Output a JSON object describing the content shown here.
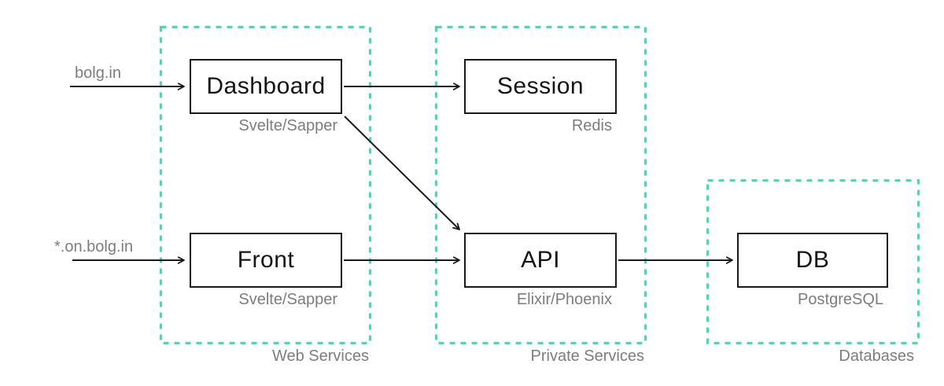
{
  "diagram": {
    "type": "architecture-diagram",
    "colors": {
      "group_border": "#3ce1af",
      "node_border": "#1a1a1a",
      "arrow": "#1a1a1a",
      "text_primary": "#151515",
      "text_secondary": "#7d7d7d",
      "background": "#ffffff"
    },
    "groups": [
      {
        "id": "web-services",
        "label": "Web Services"
      },
      {
        "id": "private-services",
        "label": "Private Services"
      },
      {
        "id": "databases",
        "label": "Databases"
      }
    ],
    "nodes": {
      "dashboard": {
        "label": "Dashboard",
        "tech": "Svelte/Sapper",
        "group": "Web Services"
      },
      "front": {
        "label": "Front",
        "tech": "Svelte/Sapper",
        "group": "Web Services"
      },
      "session": {
        "label": "Session",
        "tech": "Redis",
        "group": "Private Services"
      },
      "api": {
        "label": "API",
        "tech": "Elixir/Phoenix",
        "group": "Private Services"
      },
      "db": {
        "label": "DB",
        "tech": "PostgreSQL",
        "group": "Databases"
      }
    },
    "entries": {
      "dashboard": "bolg.in",
      "front": "*.on.bolg.in"
    },
    "edges": [
      {
        "from": "bolg.in",
        "to": "Dashboard"
      },
      {
        "from": "*.on.bolg.in",
        "to": "Front"
      },
      {
        "from": "Dashboard",
        "to": "Session"
      },
      {
        "from": "Dashboard",
        "to": "API"
      },
      {
        "from": "Front",
        "to": "API"
      },
      {
        "from": "API",
        "to": "DB"
      }
    ]
  }
}
